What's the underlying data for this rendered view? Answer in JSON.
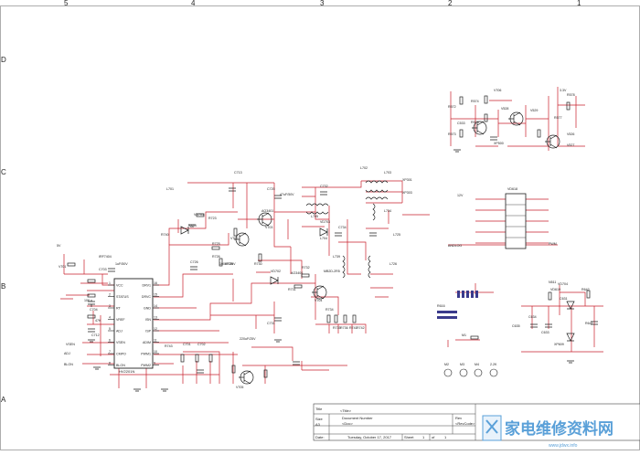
{
  "border": {
    "columns": [
      "5",
      "4",
      "3",
      "2",
      "1"
    ],
    "rows": [
      "D",
      "C",
      "B",
      "A"
    ]
  },
  "ic": {
    "ref": "HV2201N",
    "pins_left": [
      {
        "num": "1",
        "label": "VCC"
      },
      {
        "num": "2",
        "label": "STATUS"
      },
      {
        "num": "3",
        "label": "RT"
      },
      {
        "num": "4",
        "label": "VREF"
      },
      {
        "num": "5",
        "label": "ADJ"
      },
      {
        "num": "6",
        "label": "VSEN"
      },
      {
        "num": "7",
        "label": "CMPO"
      },
      {
        "num": "8",
        "label": "BLON"
      }
    ],
    "pins_right": [
      {
        "num": "16",
        "label": "DRV1"
      },
      {
        "num": "15",
        "label": "DRVC"
      },
      {
        "num": "14",
        "label": "GND"
      },
      {
        "num": "13",
        "label": "ISN"
      },
      {
        "num": "12",
        "label": "ISP"
      },
      {
        "num": "11",
        "label": "ADIM"
      },
      {
        "num": "10",
        "label": "PWM1"
      },
      {
        "num": "9",
        "label": "PWM2"
      }
    ]
  },
  "labels": [
    {
      "text": "5V"
    },
    {
      "text": "12V"
    },
    {
      "text": "VSEN"
    },
    {
      "text": "ADJ"
    },
    {
      "text": "BLON"
    },
    {
      "text": "PWM"
    },
    {
      "text": "ANDLOG"
    },
    {
      "text": "XP301"
    },
    {
      "text": "XP303"
    },
    {
      "text": "R740"
    },
    {
      "text": "R723"
    },
    {
      "text": "R725"
    },
    {
      "text": "R726"
    },
    {
      "text": "R729"
    },
    {
      "text": "R730"
    },
    {
      "text": "R731"
    },
    {
      "text": "R732"
    },
    {
      "text": "R734"
    },
    {
      "text": "R735"
    },
    {
      "text": "R736"
    },
    {
      "text": "R741"
    },
    {
      "text": "R742"
    },
    {
      "text": "R743"
    },
    {
      "text": "C701"
    },
    {
      "text": "C702"
    },
    {
      "text": "C703"
    },
    {
      "text": "C704"
    },
    {
      "text": "C712"
    },
    {
      "text": "C713"
    },
    {
      "text": "C720"
    },
    {
      "text": "C726"
    },
    {
      "text": "C731"
    },
    {
      "text": "C732"
    },
    {
      "text": "C734"
    },
    {
      "text": "L701"
    },
    {
      "text": "L702"
    },
    {
      "text": "L703"
    },
    {
      "text": "L704"
    },
    {
      "text": "L705"
    },
    {
      "text": "L725"
    },
    {
      "text": "L726"
    },
    {
      "text": "L739"
    },
    {
      "text": "L734"
    },
    {
      "text": "VD701"
    },
    {
      "text": "VD702"
    },
    {
      "text": "VD703"
    },
    {
      "text": "VD704"
    },
    {
      "text": "V701"
    },
    {
      "text": "V702"
    },
    {
      "text": "V703"
    },
    {
      "text": "V704"
    },
    {
      "text": "V705"
    },
    {
      "text": "V706"
    },
    {
      "text": "R572"
    },
    {
      "text": "R573"
    },
    {
      "text": "R574"
    },
    {
      "text": "R576"
    },
    {
      "text": "R577"
    },
    {
      "text": "R578"
    },
    {
      "text": "V526"
    },
    {
      "text": "V527"
    },
    {
      "text": "V528"
    },
    {
      "text": "V529"
    },
    {
      "text": "C533"
    },
    {
      "text": "XP500"
    },
    {
      "text": "VD618"
    },
    {
      "text": "VD619"
    },
    {
      "text": "C631"
    },
    {
      "text": "C633"
    },
    {
      "text": "C634"
    },
    {
      "text": "C635"
    },
    {
      "text": "R641"
    },
    {
      "text": "R642"
    },
    {
      "text": "N511"
    },
    {
      "text": "XP609"
    },
    {
      "text": "R616"
    },
    {
      "text": "M1"
    },
    {
      "text": "M2"
    },
    {
      "text": "M3"
    },
    {
      "text": "M4"
    },
    {
      "text": "2.2K"
    },
    {
      "text": "10K"
    },
    {
      "text": "47K"
    },
    {
      "text": "100uF/35V"
    },
    {
      "text": "1uF/50V"
    },
    {
      "text": "220uF/25V"
    },
    {
      "text": "47uF/50V"
    },
    {
      "text": "SS34"
    },
    {
      "text": "MB2D-2R5"
    },
    {
      "text": "AO3401"
    },
    {
      "text": "AO3400"
    },
    {
      "text": "IRF7404"
    },
    {
      "text": "3.3V"
    }
  ],
  "title_block": {
    "title_label": "Title",
    "title_value": "<Title>",
    "size_label": "Size",
    "size_value": "A3",
    "doc_label": "Document Number",
    "doc_value": "<Doc>",
    "rev_label": "Rev",
    "rev_value": "<RevCode>",
    "date_label": "Date:",
    "date_value": "Tuesday, October 17, 2017",
    "sheet_label": "Sheet",
    "sheet_value": "1",
    "of_label": "of",
    "of_value": "1"
  },
  "watermark": {
    "text": "家电维修资料网",
    "url": "www.jdwx.info"
  },
  "colors": {
    "wire": "#c8202c",
    "component": "#1e1e1e",
    "border": "#555555",
    "ic_fill": "#ffffff",
    "watermark": "#5aa0d8"
  }
}
